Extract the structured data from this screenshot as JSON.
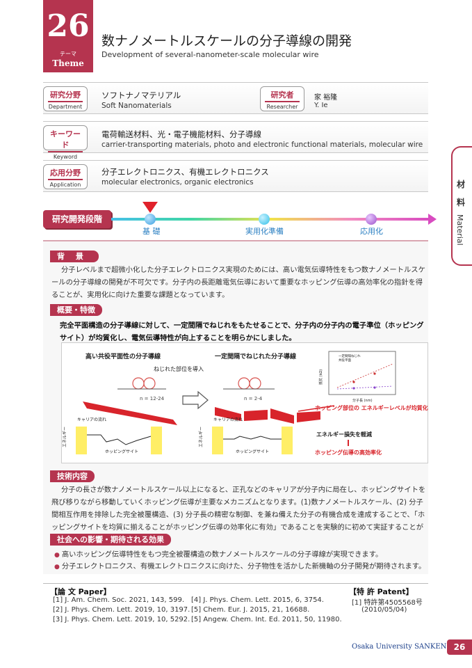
{
  "header": {
    "theme_number": "26",
    "theme_jp": "テーマ",
    "theme_en": "Theme",
    "title_jp": "数ナノメートルスケールの分子導線の開発",
    "title_en": "Development of several-nanometer-scale molecular wire"
  },
  "info": {
    "department_jp": "研究分野",
    "department_en": "Department",
    "department_value_jp": "ソフトナノマテリアル",
    "department_value_en": "Soft Nanomaterials",
    "researcher_jp": "研究者",
    "researcher_en": "Researcher",
    "researcher_value_jp": "家 裕隆",
    "researcher_value_en": "Y. Ie",
    "keyword_jp": "キーワード",
    "keyword_en": "Keyword",
    "keyword_value_jp": "電荷輸送材料、光・電子機能材料、分子導線",
    "keyword_value_en": "carrier-transporting materials, photo and electronic functional materials, molecular wire",
    "application_jp": "応用分野",
    "application_en": "Application",
    "application_value_jp": "分子エレクトロニクス、有機エレクトロニクス",
    "application_value_en": "molecular electronics, organic electronics"
  },
  "side_tab": {
    "jp_1": "材",
    "jp_2": "料",
    "en": "Material"
  },
  "stage": {
    "title": "研究開発段階",
    "labels": [
      "基 礎",
      "実用化準備",
      "応用化"
    ],
    "current": "基 礎",
    "colors": {
      "marker": "#e0212b",
      "dot1": "#3aa0e0",
      "dot2": "#2fc0e8",
      "dot3": "#9b4fc8"
    }
  },
  "sections": {
    "background_title": "背 景",
    "background_text": "分子レベルまで超微小化した分子エレクトロニクス実現のためには、高い電気伝導特性をもつ数ナノメートルスケールの分子導線の開発が不可欠です。分子内の長距離電気伝導において重要なホッピング伝導の高効率化の指針を得ることが、実用化に向けた重要な課題となっています。",
    "overview_title": "概要・特徴",
    "overview_text": "完全平面構造の分子導線に対して、一定間隔でねじれをもたせることで、分子内の分子内の電子準位（ホッピングサイト）が均質化し、電気伝導特性が向上することを明らかにしました。",
    "tech_title": "技術内容",
    "tech_text": "分子の長さが数ナノメートルスケール以上になると、正孔などのキャリアが分子内に局在し、ホッピングサイトを飛び移りながら移動していくホッピング伝導が主要なメカニズムとなります。(1)数ナノメートルスケール、(2) 分子間相互作用を排除した完全被覆構造、(3) 分子長の精密な制御、を兼ね備えた分子の有機合成を達成することで、「ホッピングサイトを均質に揃えることがホッピング伝導の効率化に有効」であることを実験的に初めて実証することができました。",
    "impact_title": "社会への影響・期待される効果",
    "impact_bullets": [
      "高いホッピング伝導特性をもつ完全被覆構造の数ナノメートルスケールの分子導線が実現できます。",
      "分子エレクトロニクス、有機エレクトロニクスに向けた、分子物性を活かした新機軸の分子開発が期待されます。"
    ]
  },
  "figure": {
    "left_title": "高い共役平面性の分子導線",
    "right_title": "一定間隔でねじれた分子導線",
    "twist_label": "ねじれた部位を導入",
    "left_n": "n = 12-24",
    "right_n": "n = 2-4",
    "carrier_flow": "キャリアの流れ",
    "hopping_site": "ホッピングサイト",
    "energy_axis": "エネルギー",
    "graph_ylabel": "抵抗 (kΩ)",
    "graph_xlabel": "分子長 (nm)",
    "graph_legend": [
      "一定間隔ねじれ",
      "共役平面"
    ],
    "callout_1": "ホッピング部位の エネルギーレベルが均質化",
    "callout_2": "エネルギー損失を軽減",
    "callout_3": "ホッピング伝導の高効率化"
  },
  "references": {
    "paper_title": "【論 文 Paper】",
    "papers_col1": [
      "[1] J. Am. Chem. Soc. 2021, 143, 599.",
      "[2] J. Phys. Chem. Lett. 2019, 10, 3197.",
      "[3] J. Phys. Chem. Lett. 2019, 10, 5292."
    ],
    "papers_col2": [
      "[4] J. Phys. Chem. Lett. 2015, 6, 3754.",
      "[5] Chem. Eur. J. 2015, 21, 16688.",
      "[5] Angew. Chem. Int. Ed. 2011, 50, 11980."
    ],
    "patent_title": "【特 許 Patent】",
    "patents": [
      "[1] 特許第4505568号",
      "(2010/05/04)"
    ]
  },
  "footer": {
    "institution": "Osaka University SANKEN",
    "page": "26"
  }
}
